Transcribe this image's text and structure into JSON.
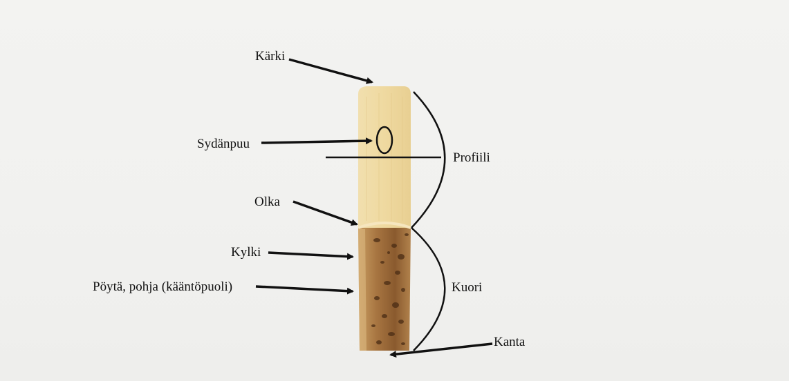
{
  "labels": {
    "tip": "Kärki",
    "heart": "Sydänpuu",
    "profile": "Profiili",
    "shoulder": "Olka",
    "side": "Kylki",
    "table": "Pöytä, pohja (kääntöpuoli)",
    "bark": "Kuori",
    "heel": "Kanta"
  },
  "colors": {
    "background": "#f2f2f0",
    "cane_light": "#eed9a4",
    "bark_dark": "#5a3a1c",
    "bark_mid": "#a8783e",
    "ink": "#111111"
  }
}
